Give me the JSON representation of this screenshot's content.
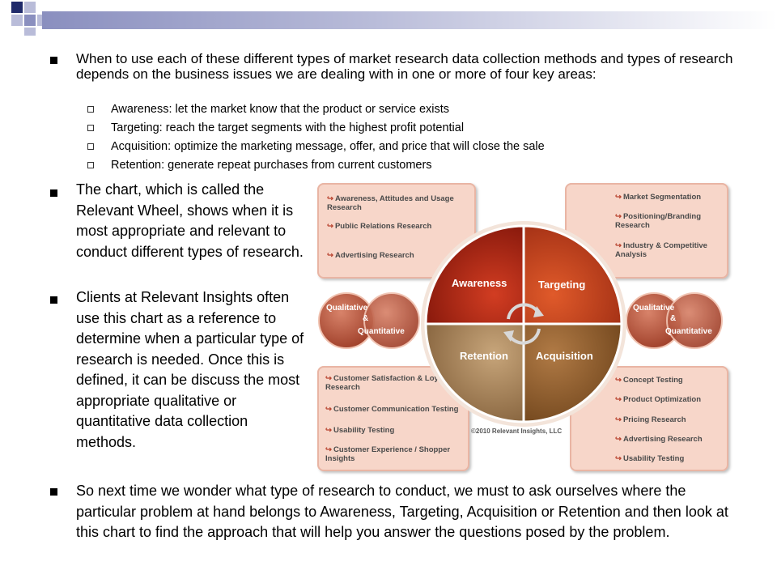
{
  "bullets": {
    "b1": "When to use each of these different types of market research data collection methods and types of research depends on the business issues we are dealing with in one or more of four key areas:",
    "sub1": "Awareness: let the market know that the product or service exists",
    "sub2": "Targeting: reach the target segments with the highest profit potential",
    "sub3": "Acquisition: optimize the marketing message, offer, and price that will close the sale",
    "sub4": "Retention: generate repeat purchases from current customers",
    "b2": "The chart, which is called the Relevant Wheel, shows when it is most appropriate and relevant to conduct different types of research.",
    "b3": "Clients at Relevant Insights often use this chart as a reference to determine when a particular type of research is needed. Once this is defined, it can be discuss the most appropriate qualitative or quantitative data collection methods.",
    "b4": "So next time we wonder what type of research to conduct, we must to ask ourselves where the particular problem at hand belongs to Awareness, Targeting, Acquisition or Retention and then look at this chart to find the approach that will help you answer the questions posed by the problem."
  },
  "wheel": {
    "awareness": "Awareness",
    "targeting": "Targeting",
    "retention": "Retention",
    "acquisition": "Acquisition",
    "qual_left": [
      "Qualitative",
      "&",
      "Quantitative"
    ],
    "qual_right": [
      "Qualitative",
      "&",
      "Quantitative"
    ],
    "copyright": "©2010 Relevant Insights, LLC"
  },
  "panels": {
    "top_left": [
      "Awareness, Attitudes and Usage Research",
      "Public Relations Research",
      "Advertising Research"
    ],
    "top_right": [
      "Market Segmentation",
      "Positioning/Branding Research",
      "Industry & Competitive Analysis"
    ],
    "bottom_left": [
      "Customer Satisfaction & Loyalty Research",
      "Customer Communication Testing",
      "Usability Testing",
      "Customer Experience / Shopper Insights"
    ],
    "bottom_right": [
      "Concept Testing",
      "Product Optimization",
      "Pricing Research",
      "Advertising Research",
      "Usability Testing"
    ]
  },
  "colors": {
    "awareness": "#9c1f12",
    "targeting": "#b23a1c",
    "retention": "#a07c55",
    "acquisition": "#8a5a2e",
    "panel": "#f7d6c9"
  }
}
